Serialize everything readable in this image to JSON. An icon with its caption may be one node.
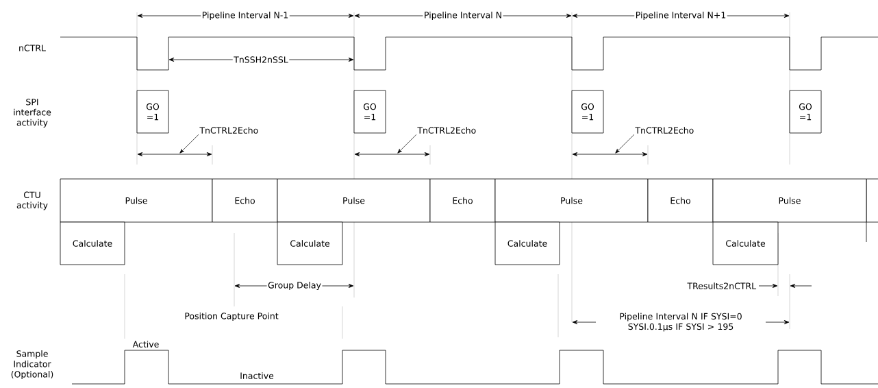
{
  "diagram": {
    "nodes": [
      {
        "text": [
          "GO =1"
        ]
      },
      {
        "text": [
          "GO =1"
        ]
      },
      {
        "text": [
          "GO =1"
        ]
      },
      {
        "text": [
          "GO =1"
        ]
      },
      {
        "text": [
          "TnCTRL2Echo"
        ]
      },
      {
        "text": [
          "TnCTRL2Echo"
        ]
      },
      {
        "text": [
          "TnCTRL2Echo"
        ]
      },
      {
        "text": [
          "Pulse"
        ]
      },
      {
        "text": [
          "Echo"
        ]
      },
      {
        "text": [
          "Pulse"
        ]
      },
      {
        "text": [
          "Echo"
        ]
      },
      {
        "text": [
          "Pulse"
        ]
      },
      {
        "text": [
          "Echo"
        ]
      },
      {
        "text": [
          "Pulse"
        ]
      },
      {
        "text": [
          "Calculate"
        ]
      },
      {
        "text": [
          "Calculate"
        ]
      },
      {
        "text": [
          "Calculate"
        ]
      },
      {
        "text": [
          "Calculate"
        ]
      }
    ],
    "edges": [
      {
        "from": 4,
        "to": null,
        "arrow": "to"
      },
      {
        "from": 5,
        "to": null,
        "arrow": "to"
      },
      {
        "from": 6,
        "to": null,
        "arrow": "to"
      }
    ],
    "labels": [
      "Pipeline Interval N-1",
      "Pipeline Interval N",
      "Pipeline Interval N+1",
      "nCTRL",
      "TnSSH2nSSL",
      "SPI interface activity",
      "CTU activity",
      "Group Delay",
      "TResults2nCTRL",
      "Position Capture Point",
      "Pipeline Interval N IF SYSI=0 SYSI.0.1µs IF SYSI > 195",
      "Active",
      "Sample Indicator (Optional)",
      "Inactive"
    ]
  }
}
